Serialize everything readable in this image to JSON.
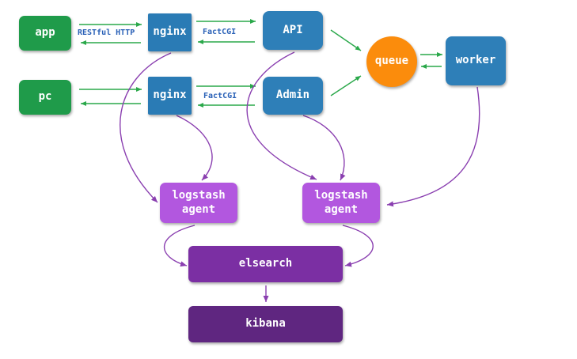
{
  "nodes": {
    "app": "app",
    "pc": "pc",
    "nginx_top": "nginx",
    "nginx_bottom": "nginx",
    "api": "API",
    "admin": "Admin",
    "queue": "queue",
    "worker": "worker",
    "logstash_left": {
      "line1": "logstash",
      "line2": "agent"
    },
    "logstash_right": {
      "line1": "logstash",
      "line2": "agent"
    },
    "elsearch": "elsearch",
    "kibana": "kibana"
  },
  "edge_labels": {
    "app_nginx": "RESTful HTTP",
    "nginx_api": "FactCGI",
    "nginx_admin": "FactCGI"
  },
  "colors": {
    "client": "#1f9b4a",
    "proxy": "#2a7bb5",
    "queue": "#fb8c0c",
    "agent": "#b257df",
    "elsearch": "#7b2fa3",
    "kibana": "#5f2680",
    "request_arrow": "#2aa84a",
    "log_arrow": "#8a3fb0",
    "label_text": "#2a61b7"
  }
}
